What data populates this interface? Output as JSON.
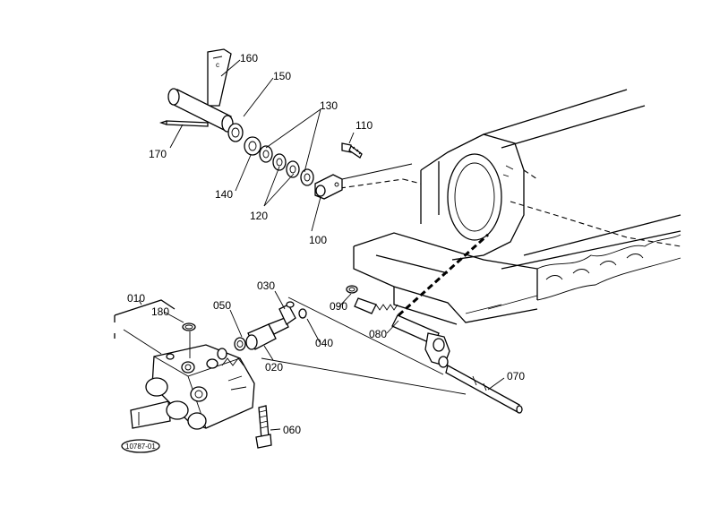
{
  "diagram": {
    "reference_code": "10787-01",
    "labels": {
      "p010": "010",
      "p020": "020",
      "p030": "030",
      "p040": "040",
      "p050": "050",
      "p060": "060",
      "p070": "070",
      "p080": "080",
      "p090": "090",
      "p100": "100",
      "p110": "110",
      "p120": "120",
      "p130": "130",
      "p140": "140",
      "p150": "150",
      "p160": "160",
      "p170": "170",
      "p180": "180"
    }
  }
}
